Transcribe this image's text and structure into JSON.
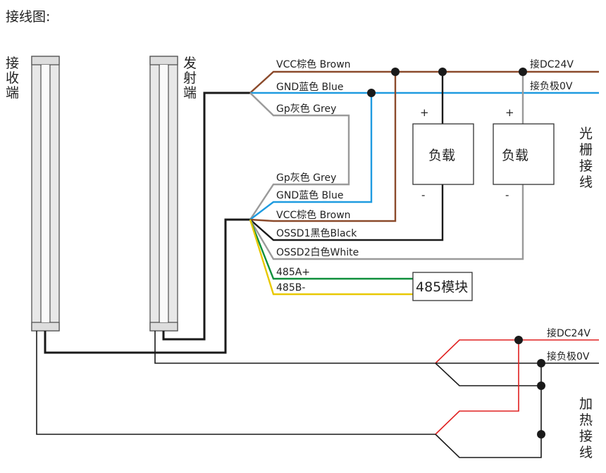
{
  "title": "接线图:",
  "receiver_label": [
    "接",
    "收",
    "端"
  ],
  "emitter_label": [
    "发",
    "射",
    "端"
  ],
  "grating_label": [
    "光",
    "栅",
    "接",
    "线"
  ],
  "heating_label": [
    "加",
    "热",
    "接",
    "线"
  ],
  "emitter_wires": {
    "vcc": "VCC棕色 Brown",
    "gnd": "GND蓝色 Blue",
    "gp": "Gp灰色 Grey"
  },
  "receiver_wires": {
    "gp": "Gp灰色 Grey",
    "gnd": "GND蓝色 Blue",
    "vcc": "VCC棕色 Brown",
    "ossd1": "OSSD1黑色Black",
    "ossd2": "OSSD2白色White",
    "a485": "485A+",
    "b485": "485B-"
  },
  "power": {
    "dc24v": "接DC24V",
    "zero_v": "接负极0V"
  },
  "heating_power": {
    "dc24v": "接DC24V",
    "zero_v": "接负极0V"
  },
  "loads": [
    {
      "label": "负载",
      "plus": "+",
      "minus": "-"
    },
    {
      "label": "负载",
      "plus": "+",
      "minus": "-"
    }
  ],
  "module_label": "485模块",
  "colors": {
    "brown": "#8b4a2b",
    "blue": "#1e9be0",
    "grey": "#9a9a9a",
    "black": "#1a1a1a",
    "green": "#0f8f3c",
    "yellow": "#e8c800",
    "red": "#e02020",
    "frame": "#555555",
    "bar_fill": "#e8e8e8"
  }
}
